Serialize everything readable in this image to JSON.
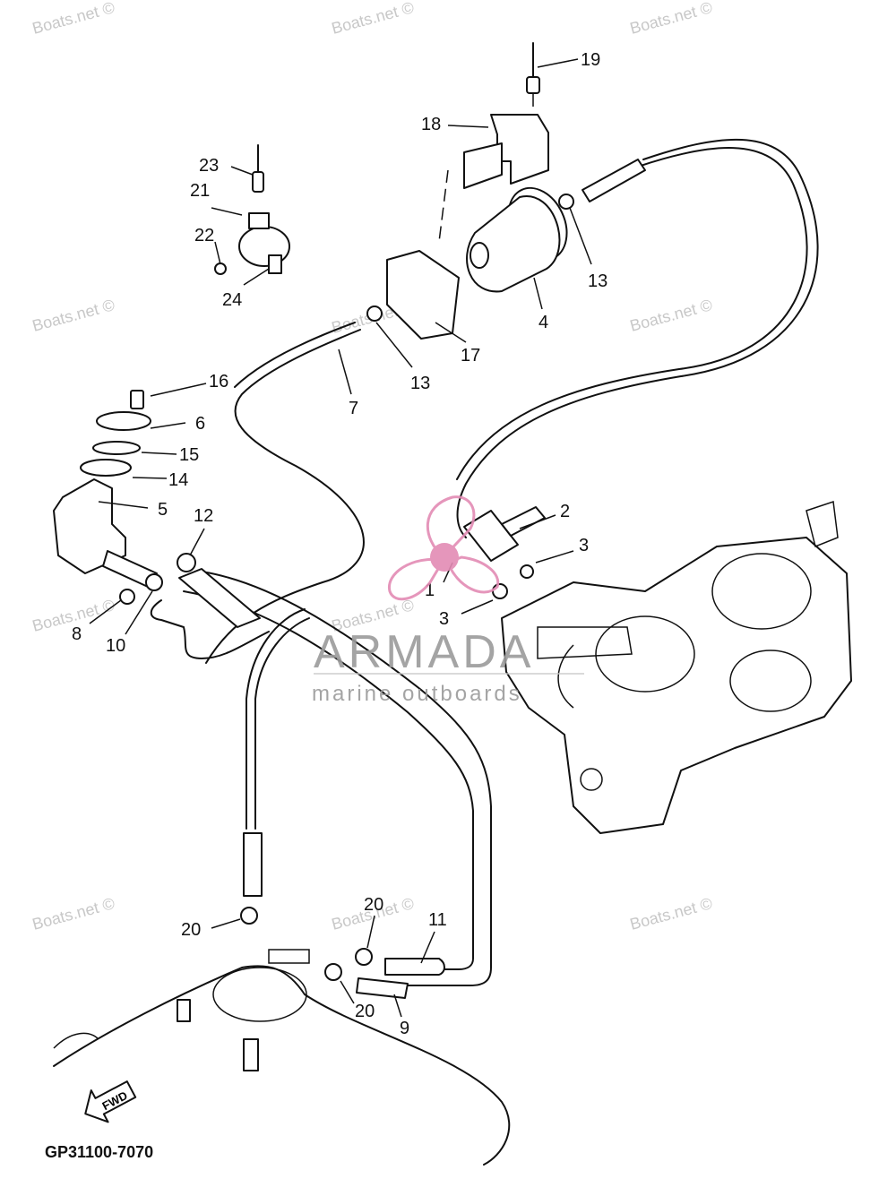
{
  "diagram": {
    "code": "GP31100-7070",
    "fwd_label": "FWD",
    "callouts": [
      {
        "id": "c1",
        "text": "1"
      },
      {
        "id": "c2",
        "text": "2"
      },
      {
        "id": "c3a",
        "text": "3"
      },
      {
        "id": "c3b",
        "text": "3"
      },
      {
        "id": "c4",
        "text": "4"
      },
      {
        "id": "c5",
        "text": "5"
      },
      {
        "id": "c6",
        "text": "6"
      },
      {
        "id": "c7",
        "text": "7"
      },
      {
        "id": "c8",
        "text": "8"
      },
      {
        "id": "c9",
        "text": "9"
      },
      {
        "id": "c10",
        "text": "10"
      },
      {
        "id": "c11",
        "text": "11"
      },
      {
        "id": "c12",
        "text": "12"
      },
      {
        "id": "c13a",
        "text": "13"
      },
      {
        "id": "c13b",
        "text": "13"
      },
      {
        "id": "c14",
        "text": "14"
      },
      {
        "id": "c15",
        "text": "15"
      },
      {
        "id": "c16",
        "text": "16"
      },
      {
        "id": "c17",
        "text": "17"
      },
      {
        "id": "c18",
        "text": "18"
      },
      {
        "id": "c19",
        "text": "19"
      },
      {
        "id": "c20a",
        "text": "20"
      },
      {
        "id": "c20b",
        "text": "20"
      },
      {
        "id": "c20c",
        "text": "20"
      },
      {
        "id": "c21",
        "text": "21"
      },
      {
        "id": "c22",
        "text": "22"
      },
      {
        "id": "c23",
        "text": "23"
      },
      {
        "id": "c24",
        "text": "24"
      }
    ]
  },
  "watermark": {
    "site_text": "Boats.net ©",
    "brand_name": "ARMADA",
    "brand_tagline": "marine outboards",
    "brand_color": "#e38bb4"
  }
}
